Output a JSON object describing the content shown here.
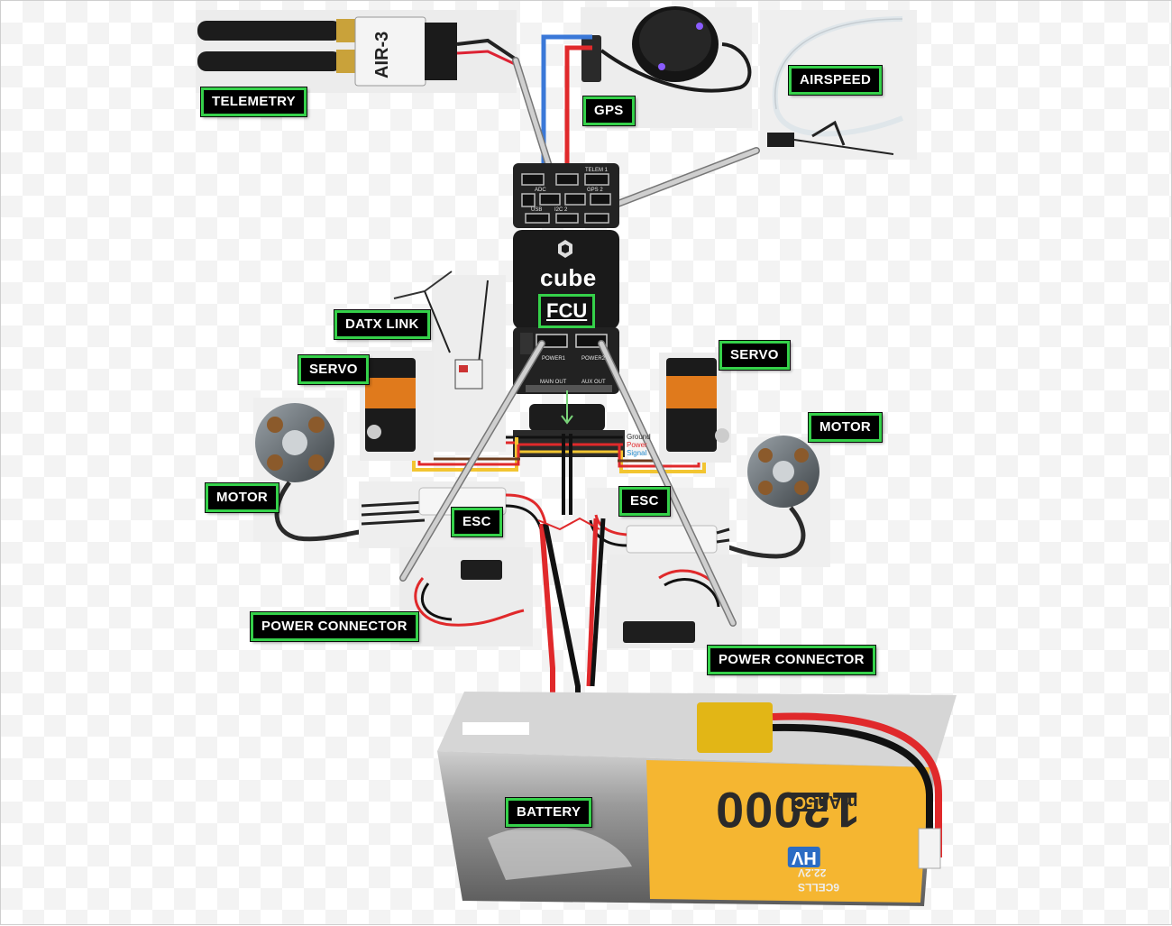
{
  "components": {
    "telemetry": "TELEMETRY",
    "gps": "GPS",
    "airspeed": "AIRSPEED",
    "datx_link": "DATX LINK",
    "servo_left": "SERVO",
    "servo_right": "SERVO",
    "motor_left": "MOTOR",
    "motor_right": "MOTOR",
    "esc_left": "ESC",
    "esc_right": "ESC",
    "power_connector_left": "POWER CONNECTOR",
    "power_connector_right": "POWER CONNECTOR",
    "battery": "BATTERY",
    "fcu": "FCU"
  },
  "fcu_board": {
    "brand": "cube",
    "ports": [
      "POWER1",
      "POWER2",
      "MAIN OUT",
      "AUX OUT",
      "TELEM 1",
      "GPS 2",
      "I2C 2",
      "ADC",
      "USB"
    ]
  },
  "servo_rail_legend": [
    "Ground",
    "Power",
    "Signal"
  ],
  "telemetry_module": "AIR-3",
  "battery_print": {
    "capacity": "12000",
    "unit": "mAh",
    "c_rating": "15C",
    "specs": [
      "22.2V",
      "6CELLS"
    ],
    "series": "HV"
  },
  "colors": {
    "label_bg": "#000000",
    "label_border": "#35d14a",
    "wire_red": "#e0292b",
    "wire_black": "#111111",
    "wire_blue": "#3a78d8",
    "wire_yellow": "#f2c531",
    "battery_yellow": "#f5b631"
  }
}
